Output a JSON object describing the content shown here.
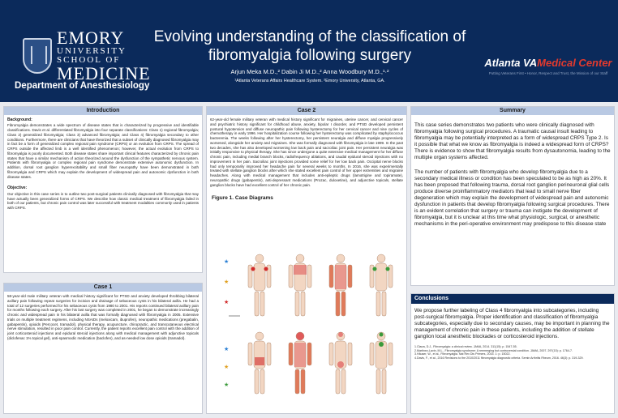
{
  "header": {
    "logo": {
      "line1": "EMORY",
      "line2": "UNIVERSITY",
      "line3": "SCHOOL OF",
      "line4": "MEDICINE"
    },
    "department": "Department of Anesthesiology",
    "title": "Evolving understanding of the classification of fibromyalgia following surgery",
    "authors": "Arjun Meka M.D.,² Dabin Ji M.D.,² Anna Woodbury M.D.,¹·²",
    "affiliations": "¹Atlanta Veterans Affairs Healthcare System. ²Emory University, Atlanta, GA.",
    "va_logo": {
      "part1": "Atlanta VA",
      "part2": "Medical Center"
    },
    "va_tagline": "Putting Veterans First • Honor, Respect and Trust, the Mission of our Staff"
  },
  "introduction": {
    "heading": "Introduction",
    "background_head": "Background:",
    "background_text": "Fibromyalgia demonstrates a wide spectrum of disease states that is characterized by progressive and identifiable classifications. Davis et al. differentiated fibromyalgia into four separate classifications: Class 1) regional fibromyalgia; Class 2) generalized fibromyalgia; Class 3) advanced fibromyalgia; and Class 4) fibromyalgia secondary to other conditions. Furthermore, there are clinicians that have theorized that a subset of clinically diagnosed fibromyalgia may in fact be a form of generalized complex regional pain syndrome (CRPS) or an evolution from CRPS. The spread of CRPS outside the affected limb is a well identified phenomenon; however, the actual evolution from CRPS to fibromyalgia is poorly documented. Both disease states share important clinical features characterized by chronic pain states that have a similar mechanism of action theorized around the dysfunction of the sympathetic nervous system. Patients with fibromyalgia or complex regional pain syndrome demonstrate extensive autonomic dysfunction. In addition, dorsal root ganglion hyperexcitability and small fiber neuropathy have been demonstrated in both fibromyalgia and CRPS which may explain the development of widespread pain and autonomic dysfunction in both disease states.",
    "objective_head": "Objective:",
    "objective_text": "Our objective in this case series is to outline two post-surgical patients clinically diagnosed with fibromyalgia that may have actually been generalized forms of CRPS. We describe how classic medical treatment of fibromyalgia failed in both of our patients, but chronic pain control was later successful with treatment modalities commonly used in patients with CRPS."
  },
  "case1": {
    "heading": "Case 1",
    "text": "58-year-old male military veteran with medical history significant for PTSD and anxiety developed throbbing bilateral axillary pain following repeat surgeries for incision and drainage of sebaceous cysts in his bilateral axilla. He had a total of 12 surgeries performed for his sebaceous cysts from 1980 to 2001. His reports continued bilateral axillary pain for months following each surgery. After his last surgery was completed in 2001, he began to demonstrate increasingly chronic and widespread pain in his bilateral axilla that was formally diagnosed with fibromyalgia in 2005. Extensive trials on multiple treatment regimens, including NSAIDs (meloxicam, ibuprofen), neuropathic medications (pregabalin, gabapentin), opioids (Percocet, tramadol), physical therapy, acupuncture, chiropractic, and transcutaneous electrical nerve stimulation, resulted in poor pain control. Currently, the patient reports excellent pain control with the addition of joint corticosteroid injections and epidural steroid injections along with medical management with adjunctive topicals (diclofenac 1% topical gel), anti-spasmodic medication (baclofen), and as-needed low dose opioids (tramadol)."
  },
  "case2": {
    "heading": "Case 2",
    "text": "62-year-old female military veteran with medical history significant for migraines, uterine cancer, and cervical cancer and psychiatric history significant for childhood abuse, anxiety, bipolar I disorder, and PTSD developed persistent postural hypotension and diffuse neuropathic pain following hysterectomy for her cervical cancer and nine cycles of chemotherapy in early 1996. Her hospitalization course following her hysterectomy was complicated by staphylococcus bacteremia. The weeks following after her hysterectomy, her persistent neuralgia and diffuse myalgia progressively worsened, alongside her anxiety and migraines. She was formally diagnosed with fibromyalgia in late 1999. In the past two decades, she has also developed worsening low back pain and sacroiliac joint pain. Her persistent neuralgia was initially responsive to physical therapy. She has since undergone a quite extensive medical management for her diffuse chronic pain, including medial branch blocks, radiofrequency ablations, and caudal epidural steroid injections with no improvement in her pain. Sacroiliac joint injections provided some relief for her low back pain. Occipital nerve blocks had only temporarily improved her headache pain for several weeks to months. In 2016, she was experimentally treated with stellate ganglion blocks after which she stated excellent pain control of her upper extremities and migraine headaches. Along with medical management that includes anti-epileptic drugs (lamotrigine and topiramate), neuropathic drugs (gabapentin), anti-depressant medications (Prozac, duloxetine), and adjunctive topicals, stellate ganglion blocks have had excellent control of her chronic pain.",
    "figure_title": "Figure 1. Case Diagrams"
  },
  "summary": {
    "heading": "Summary",
    "para1": "This case series demonstrates two patients who were clinically diagnosed with fibromyalgia following surgical procedures. A traumatic causal insult leading to fibromyalgia may be potentially interpreted as a form of widespread CRPS Type 2. Is it possible that what we know as fibromyalgia is indeed a widespread form of CRPS? There is evidence to show that fibromyalgia results from dysautonomia, leading to the multiple organ systems affected.",
    "para2": "The number of patients with fibromyalgia who develop fibromyalgia due to a secondary medical illness or condition has been speculated to be as high as 20%. It has been proposed that following trauma, dorsal root ganglion perineuronal glial cells produce diverse proinflammatory mediators that lead to small nerve fiber degeneration which may explain the development of widespread pain and autonomic dysfunction in patients that develop fibromyalgia following surgical procedures. There is an evident correlation that surgery or trauma can instigate the development of fibromyalgia, but it is unclear at this time what physiologic, surgical, or anesthetic mechanisms in the peri-operative environment may predispose to this disease state"
  },
  "conclusions": {
    "heading": "Conclusions",
    "text": "We propose further labeling of Class 4 fibromyalgia into subcategories, including post-surgical fibromyalgia. Proper identification and classification of fibromyalgia subcategories, especially due to secondary causes, may be important in planning the management of chronic pain in these patients, including the addition of stellate ganglion local anesthetic blockades or corticosteroid injections.",
    "refs": [
      "1.Clauw, D.J., Fibromyalgia: a clinical review. JAMA, 2014. 311(15): p. 1547-55.",
      "2.Martinez-Lavin, M.L., Fibromyalgia syndrome: A reemerging but controversial condition. JAMA, 2007. 297(15): p. 1764-7.",
      "3.Häuser, W., et al., Fibromyalgia. Nat Rev Dis Primers, 2015. 1: p. 15022.",
      "4.Davis, F., et al., 2016 Revisions to the 2010/2011 fibromyalgia diagnostic criteria. Semin Arthritis Rheum, 2016. 46(3): p. 319-329."
    ]
  },
  "colors": {
    "navy": "#0b2a5b",
    "panel_header": "#b9c9e3",
    "va_red": "#e23a2e"
  }
}
